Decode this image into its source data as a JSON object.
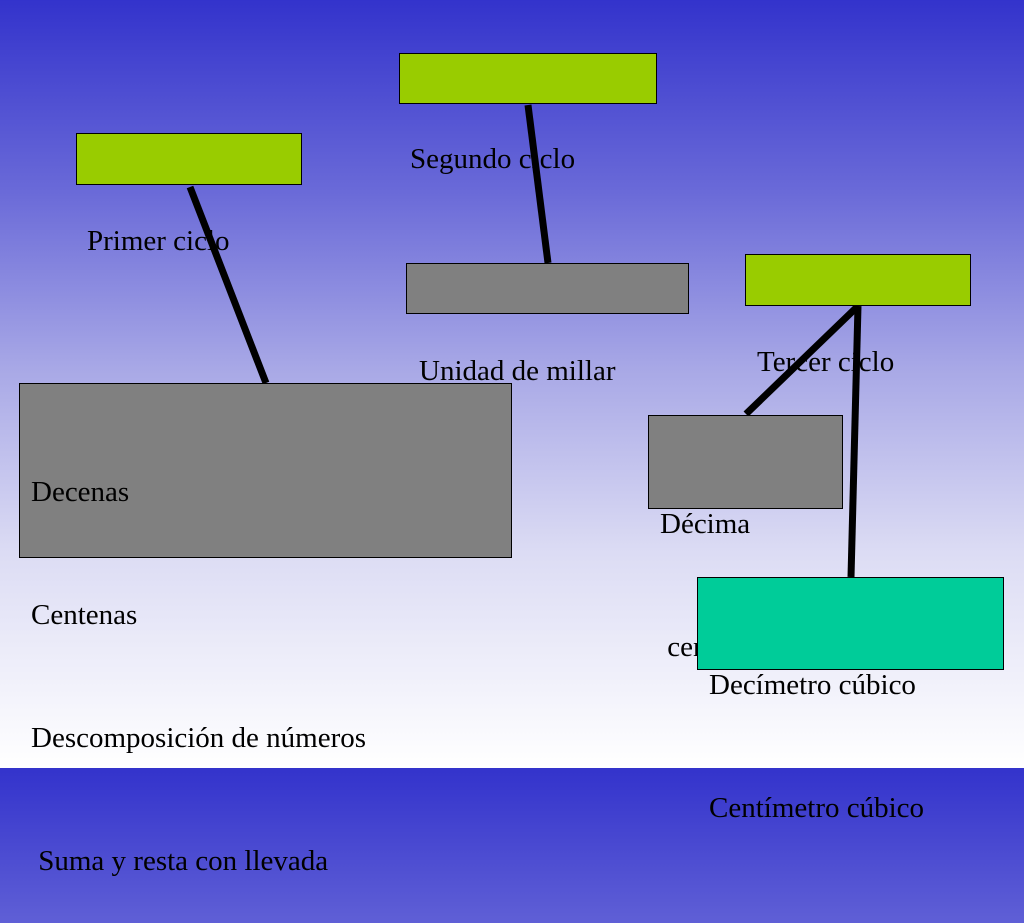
{
  "diagram": {
    "nodes": {
      "segundo": {
        "label": "Segundo ciclo",
        "color": "#99cc00"
      },
      "primer": {
        "label": "Primer ciclo",
        "color": "#99cc00"
      },
      "unidad": {
        "label": "Unidad de millar",
        "color": "#808080"
      },
      "tercer": {
        "label": "Tercer ciclo",
        "color": "#99cc00"
      },
      "primer_topics": {
        "lines": [
          "Decenas",
          "Centenas",
          "Descomposición de números",
          " Suma y resta con llevada"
        ],
        "color": "#808080"
      },
      "decima": {
        "lines": [
          "Décima",
          " centésima"
        ],
        "color": "#808080"
      },
      "decimetro": {
        "lines": [
          "Decímetro cúbico",
          "Centímetro cúbico"
        ],
        "color": "#00cc99"
      }
    },
    "edges": [
      {
        "from": "primer",
        "to": "primer_topics"
      },
      {
        "from": "segundo",
        "to": "unidad"
      },
      {
        "from": "tercer",
        "to": "decima"
      },
      {
        "from": "tercer",
        "to": "decimetro"
      }
    ],
    "background": {
      "top": "#3333cc",
      "bottom": "#ffffff"
    },
    "line_color": "#000000"
  }
}
